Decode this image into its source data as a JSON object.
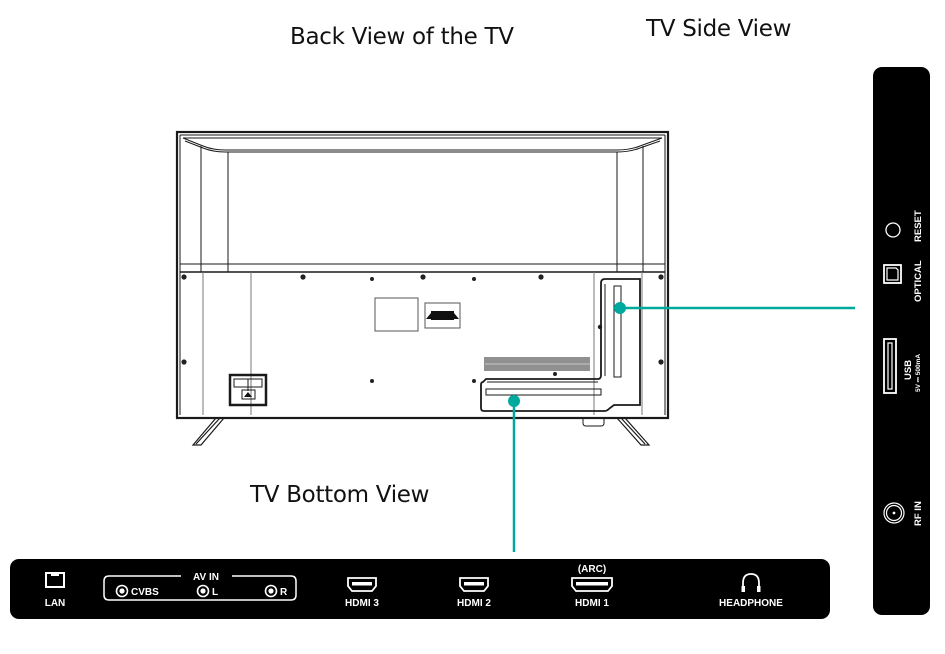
{
  "titles": {
    "back_view": "Back View of the TV",
    "side_view": "TV Side View",
    "bottom_view": "TV Bottom View"
  },
  "colors": {
    "callout": "#00a99d",
    "panel": "#000000",
    "port_outline": "#ffffff",
    "line_art": "#1a1a1a"
  },
  "bottom_panel": {
    "ports": [
      {
        "id": "lan",
        "label": "LAN",
        "icon": "ethernet-port-icon"
      },
      {
        "id": "av-in",
        "group_label": "AV IN",
        "sub_ports": [
          {
            "label": "CVBS",
            "icon": "rca-jack-icon"
          },
          {
            "label": "L",
            "icon": "rca-jack-icon"
          },
          {
            "label": "R",
            "icon": "rca-jack-icon"
          }
        ]
      },
      {
        "id": "hdmi3",
        "label": "HDMI 3",
        "icon": "hdmi-port-icon"
      },
      {
        "id": "hdmi2",
        "label": "HDMI 2",
        "icon": "hdmi-port-icon"
      },
      {
        "id": "hdmi1",
        "label": "HDMI 1",
        "top_label": "(ARC)",
        "icon": "hdmi-port-icon"
      },
      {
        "id": "headphone",
        "label": "HEADPHONE",
        "icon": "headphone-icon"
      }
    ]
  },
  "side_panel": {
    "ports": [
      {
        "id": "reset",
        "label": "RESET",
        "icon": "reset-button-icon"
      },
      {
        "id": "optical",
        "label": "OPTICAL",
        "icon": "optical-port-icon"
      },
      {
        "id": "usb",
        "label": "USB",
        "sub_label": "5V ⎓ 500mA",
        "icon": "usb-port-icon"
      },
      {
        "id": "rf-in",
        "label": "RF IN",
        "icon": "coax-port-icon"
      }
    ]
  }
}
